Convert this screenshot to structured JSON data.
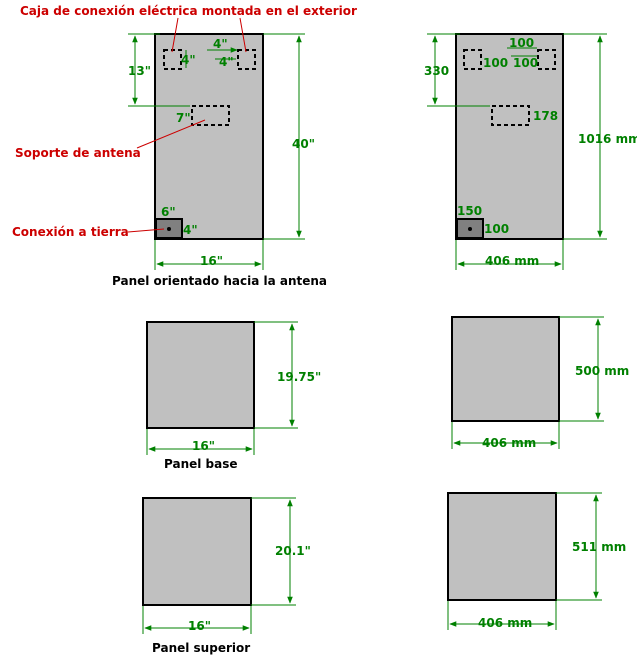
{
  "colors": {
    "panel_fill": "#c0c0c0",
    "label_red": "#cc0000",
    "dimension_green": "#008000",
    "outline": "#000000"
  },
  "callouts": {
    "electrical_box": "Caja de conexión eléctrica montada en el exterior",
    "antenna_mount": "Soporte de antena",
    "ground": "Conexión a tierra"
  },
  "antenna_panel_imperial": {
    "caption": "Panel orientado hacia la antena",
    "box_offset": "4\"",
    "box_spacing_top": "4\"",
    "box_spacing_right": "4\"",
    "box_height_from_top": "13\"",
    "mount_offset": "7\"",
    "height": "40\"",
    "ground_width": "6\"",
    "ground_height": "4\"",
    "width": "16\""
  },
  "antenna_panel_metric": {
    "box_offset": "100",
    "box_spacing_top": "100",
    "box_spacing_right": "100",
    "box_height_from_top": "330",
    "mount_offset": "178",
    "height": "1016 mm",
    "ground_width": "150",
    "ground_height": "100",
    "width": "406 mm"
  },
  "base_panel": {
    "caption": "Panel base",
    "height_imperial": "19.75\"",
    "width_imperial": "16\"",
    "height_metric": "500 mm",
    "width_metric": "406 mm"
  },
  "top_panel": {
    "caption": "Panel superior",
    "height_imperial": "20.1\"",
    "width_imperial": "16\"",
    "height_metric": "511 mm",
    "width_metric": "406 mm"
  }
}
